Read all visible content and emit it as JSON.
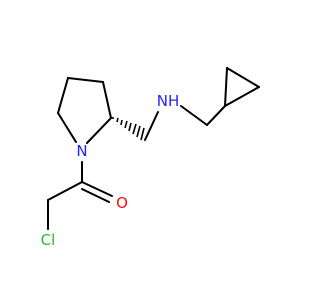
{
  "molecule": {
    "atoms": [
      {
        "id": "N1",
        "label": "N",
        "color": "#2323ff"
      },
      {
        "id": "NH",
        "label": "NH",
        "color": "#2323ff"
      },
      {
        "id": "O1",
        "label": "O",
        "color": "#ff0d0d"
      },
      {
        "id": "Cl1",
        "label": "Cl",
        "color": "#1fc21f"
      }
    ]
  }
}
